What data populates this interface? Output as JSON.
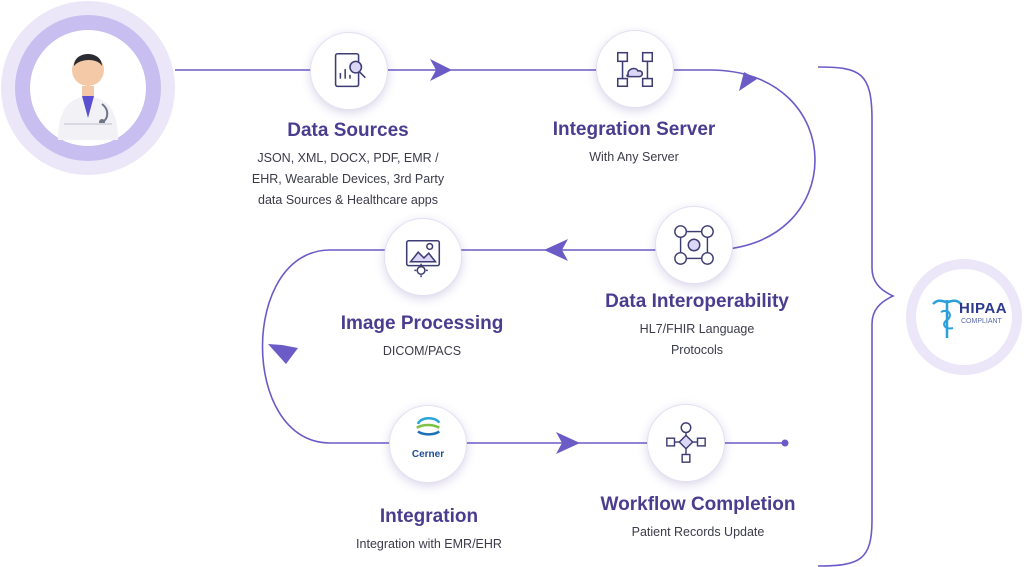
{
  "colors": {
    "accent": "#6b5bc7",
    "title": "#4a3d8f",
    "ring_outer": "#ebe6f8",
    "ring_inner": "#c8bff0"
  },
  "steps": [
    {
      "id": "data-sources",
      "title": "Data Sources",
      "desc": [
        "JSON, XML, DOCX, PDF, EMR /",
        "EHR, Wearable Devices, 3rd Party",
        "data Sources & Healthcare apps"
      ],
      "icon": "document-search-icon"
    },
    {
      "id": "integration-server",
      "title": "Integration Server",
      "desc": [
        "With Any Server"
      ],
      "icon": "server-network-icon"
    },
    {
      "id": "data-interoperability",
      "title": "Data Interoperability",
      "desc": [
        "HL7/FHIR Language",
        "Protocols"
      ],
      "icon": "people-network-icon"
    },
    {
      "id": "image-processing",
      "title": "Image Processing",
      "desc": [
        "DICOM/PACS"
      ],
      "icon": "image-gear-icon"
    },
    {
      "id": "integration",
      "title": "Integration",
      "desc": [
        "Integration with EMR/EHR"
      ],
      "icon": "cerner-logo",
      "logo_text": "Cerner"
    },
    {
      "id": "workflow-completion",
      "title": "Workflow Completion",
      "desc": [
        "Patient Records Update"
      ],
      "icon": "flowchart-icon"
    }
  ],
  "badge": {
    "logo_text": "HIPAA",
    "logo_sub": "COMPLIANT",
    "icon": "caduceus-icon"
  },
  "avatar": {
    "icon": "doctor-icon"
  }
}
